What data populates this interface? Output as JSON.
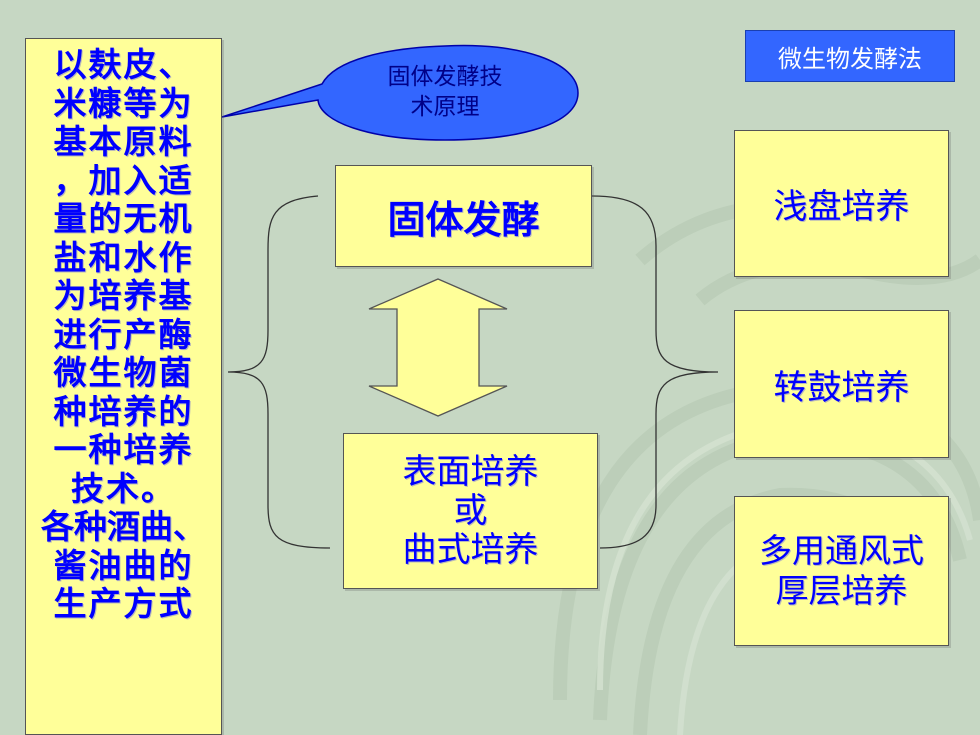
{
  "left_description": {
    "lines": [
      "以麸皮、",
      "米糠等为",
      "基本原料",
      "，加入适",
      "量的无机",
      "盐和水作",
      "为培养基",
      "进行产酶",
      "微生物菌",
      "种培养的",
      "一种培养",
      "技术。",
      "各种酒曲、",
      "酱油曲的",
      "生产方式"
    ]
  },
  "callout": {
    "lines": [
      "固体发酵技",
      "术原理"
    ]
  },
  "method_label": "微生物发酵法",
  "center": {
    "solid_fermentation": "固体发酵",
    "surface_culture_lines": [
      "表面培养",
      "或",
      "曲式培养"
    ]
  },
  "right": {
    "tray_culture": "浅盘培养",
    "drum_culture": "转鼓培养",
    "deep_layer_lines": [
      "多用通风式",
      "厚层培养"
    ]
  },
  "colors": {
    "background": "#c6d7c3",
    "box_fill": "#ffff99",
    "text_blue": "#0000ff",
    "callout_fill": "#3366ff",
    "label_fill": "#3366ff"
  },
  "icons": [
    "double-headed-vertical-arrow",
    "left-curly-brace",
    "right-curly-brace"
  ]
}
